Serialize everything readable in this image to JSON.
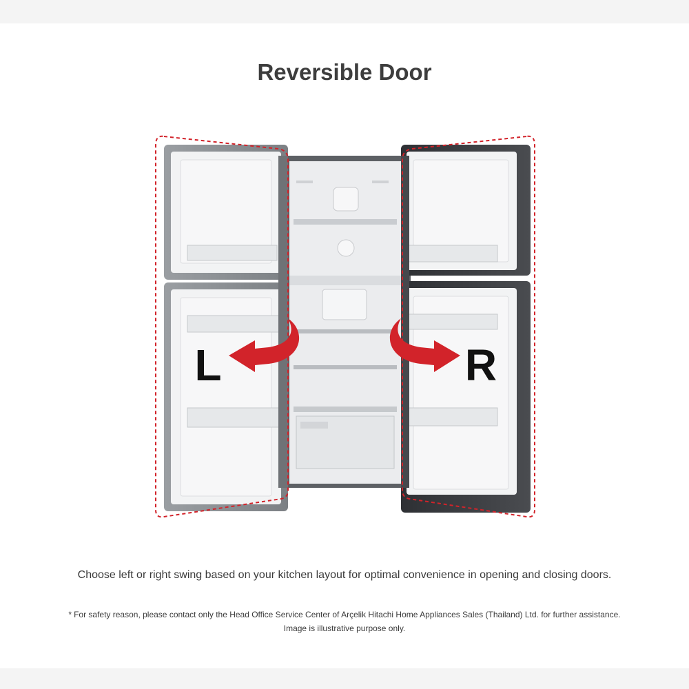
{
  "heading": {
    "title": "Reversible Door"
  },
  "illustration": {
    "left_marker": "L",
    "right_marker": "R",
    "colors": {
      "highlight": "#d2232a",
      "door_frame_left": "#8a8e92",
      "door_frame_right": "#3b3d41",
      "liner": "#f2f3f4",
      "cabinet": "#ecedef"
    }
  },
  "caption": {
    "text": "Choose left or right swing based on your kitchen layout for optimal convenience in opening and closing doors."
  },
  "footnote": {
    "asterisk": "*",
    "line1": "For safety reason, please contact only the Head Office Service Center of Arçelik Hitachi Home Appliances Sales (Thailand) Ltd. for further assistance.",
    "line2": "Image is illustrative purpose only."
  }
}
